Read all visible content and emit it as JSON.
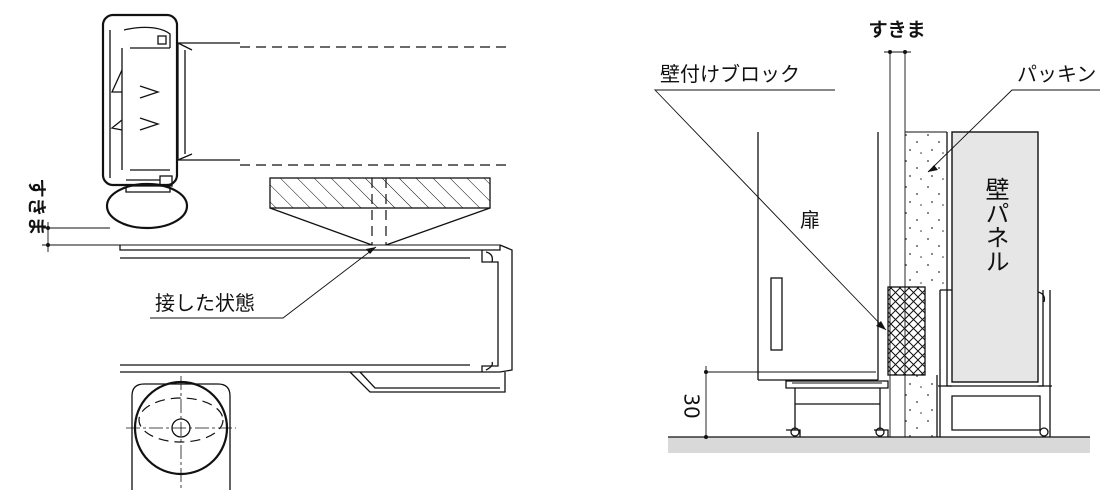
{
  "left_detail": {
    "gap_label": "すきま",
    "contact_label": "接した状態"
  },
  "right_detail": {
    "gap_label": "すきま",
    "wall_block_label": "壁付けブロック",
    "packing_label": "パッキン",
    "door_label": "扉",
    "wall_panel_label": "壁パネル",
    "dimension_label": "30"
  }
}
